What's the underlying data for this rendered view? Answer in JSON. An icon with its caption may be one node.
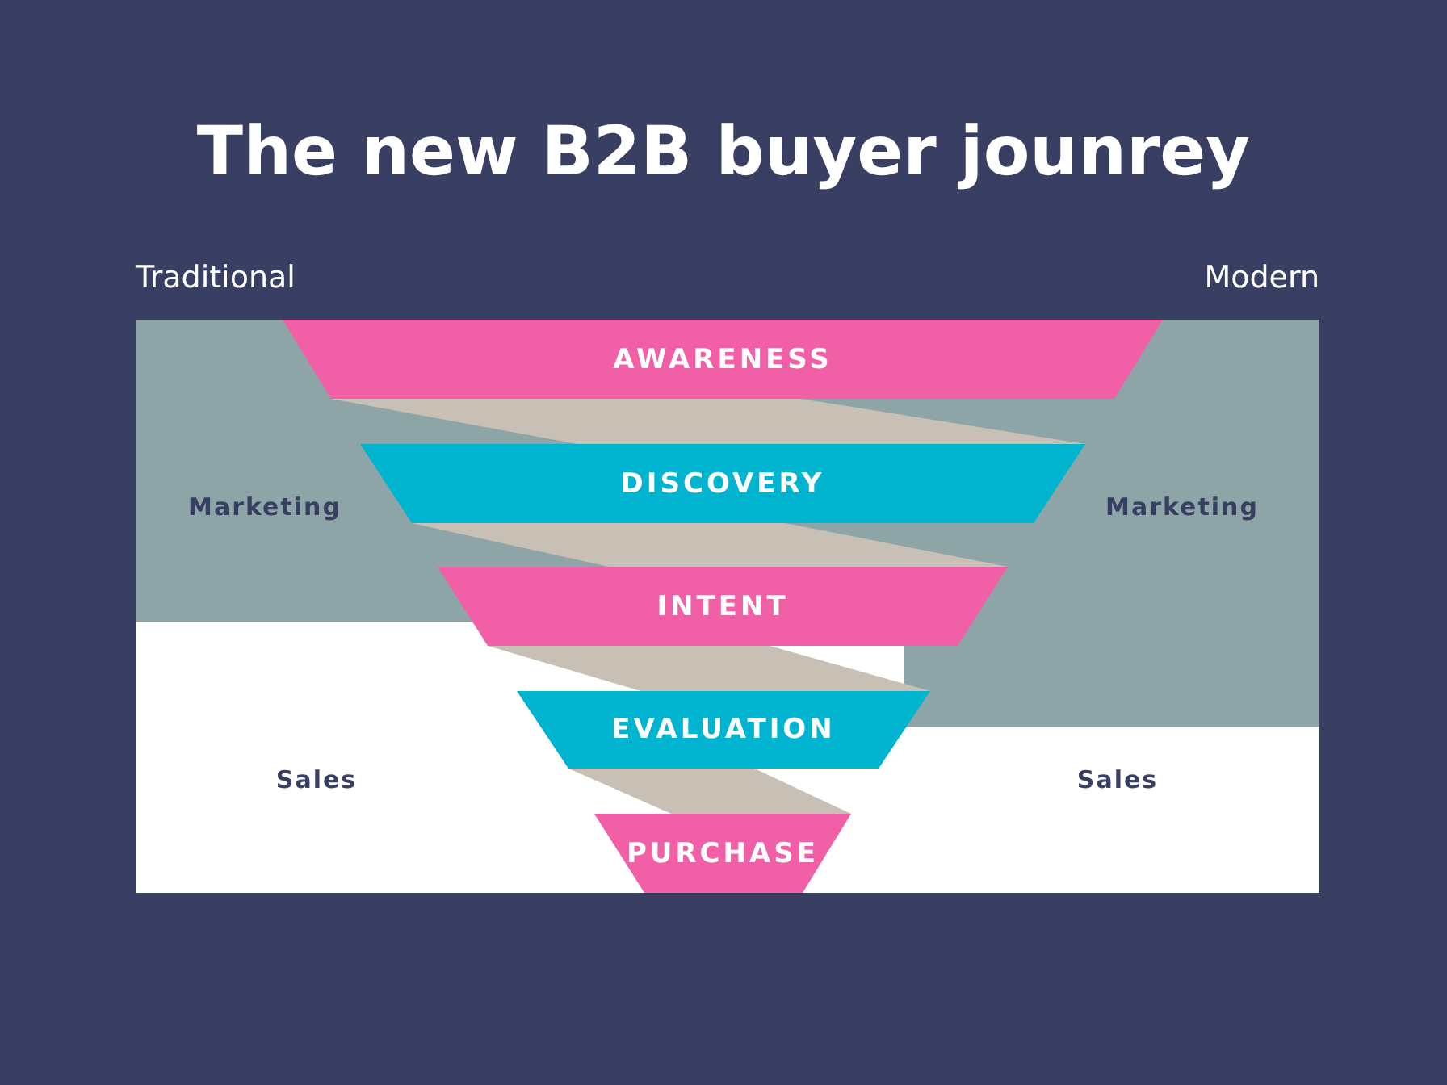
{
  "diagram": {
    "title": "The new B2B buyer jounrey",
    "nodes": [
      {
        "text": [
          "AWARENESS"
        ]
      },
      {
        "text": [
          "DISCOVERY"
        ]
      },
      {
        "text": [
          "INTENT"
        ]
      },
      {
        "text": [
          "EVALUATION"
        ]
      },
      {
        "text": [
          "PURCHASE"
        ]
      }
    ],
    "edges": [],
    "labels": [
      "Traditional",
      "Modern",
      "Marketing",
      "Marketing",
      "Sales",
      "Sales"
    ]
  }
}
